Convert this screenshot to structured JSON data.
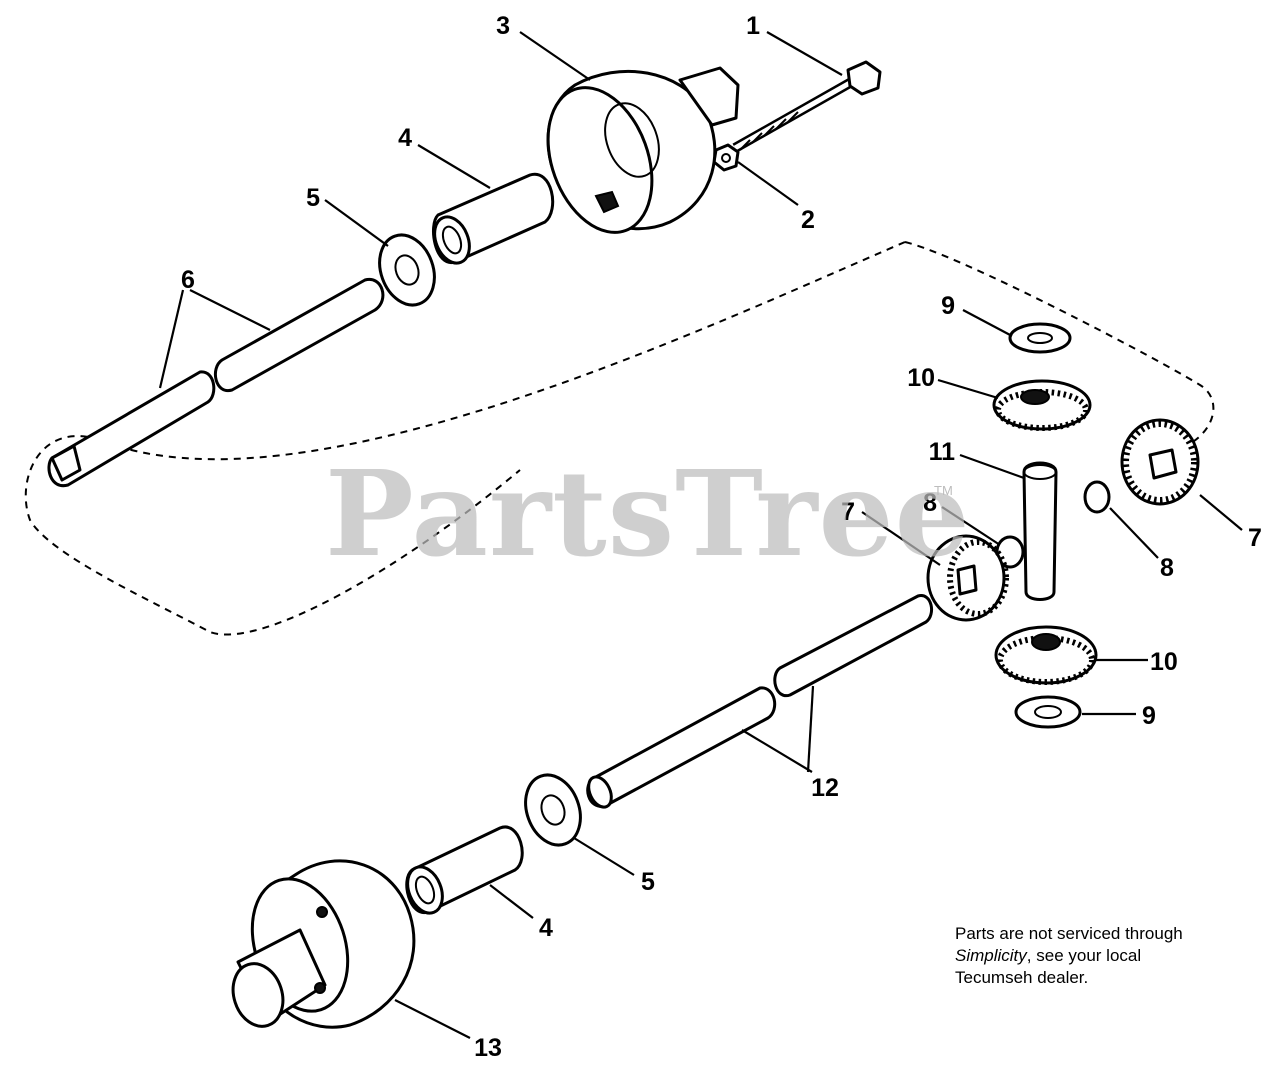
{
  "diagram": {
    "watermark": "PartsTree",
    "trademark": "TM",
    "note": {
      "line1": "Parts are not serviced through",
      "brand": "Simplicity",
      "line2_rest": ", see your local",
      "line3": "Tecumseh dealer."
    },
    "callouts": {
      "c1": "1",
      "c2": "2",
      "c3": "3",
      "c4_top": "4",
      "c5_top": "5",
      "c6": "6",
      "c9_top": "9",
      "c10_top": "10",
      "c11": "11",
      "c8_left": "8",
      "c7_left": "7",
      "c7_right": "7",
      "c8_right": "8",
      "c10_bottom": "10",
      "c9_bottom": "9",
      "c12": "12",
      "c5_bottom": "5",
      "c4_bottom": "4",
      "c13": "13"
    }
  }
}
